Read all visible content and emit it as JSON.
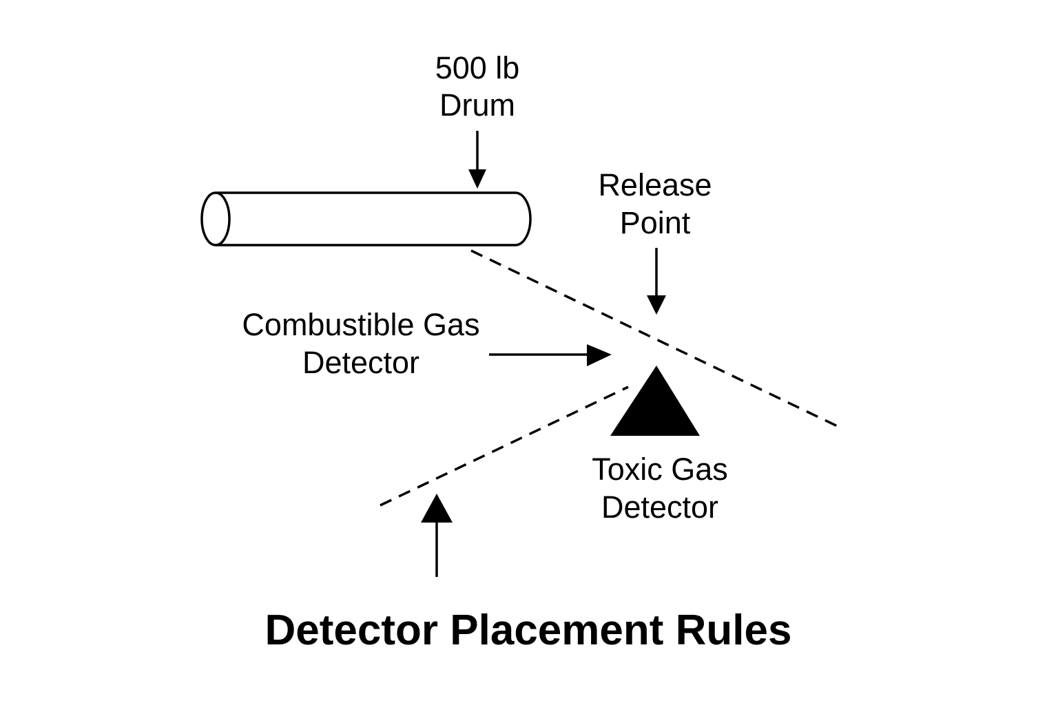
{
  "diagram": {
    "title": "Detector Placement Rules",
    "colors": {
      "stroke": "#000000",
      "background": "#ffffff"
    },
    "labels": {
      "drum": {
        "line1": "500 lb",
        "line2": "Drum"
      },
      "release_point": {
        "line1": "Release",
        "line2": "Point"
      },
      "combustible_detector": {
        "line1": "Combustible Gas",
        "line2": "Detector"
      },
      "toxic_detector": {
        "line1": "Toxic Gas",
        "line2": "Detector"
      }
    },
    "icons": {
      "drum": "cylinder-icon",
      "toxic_detector": "filled-triangle-icon",
      "combustible_detector": "filled-triangle-icon"
    }
  }
}
